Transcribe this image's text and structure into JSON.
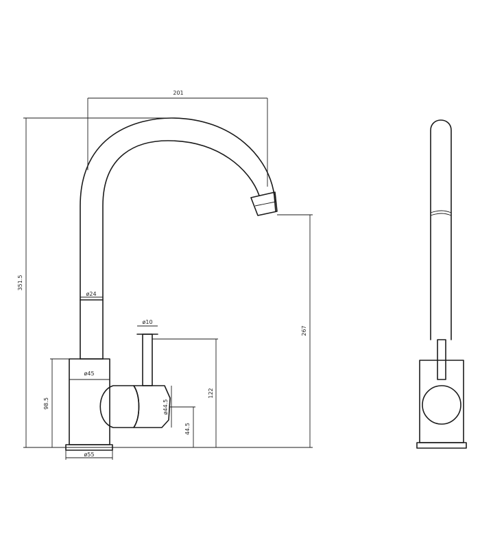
{
  "dimensions": {
    "spout_reach": "201",
    "overall_height": "351.5",
    "spout_height": "267",
    "lever_height": "122",
    "handle_center_height": "44.5",
    "body_height": "98.5",
    "spout_diameter": "ø24",
    "lever_diameter": "ø10",
    "body_width": "ø45",
    "base_diameter": "ø55",
    "handle_diameter": "ø44.5"
  }
}
